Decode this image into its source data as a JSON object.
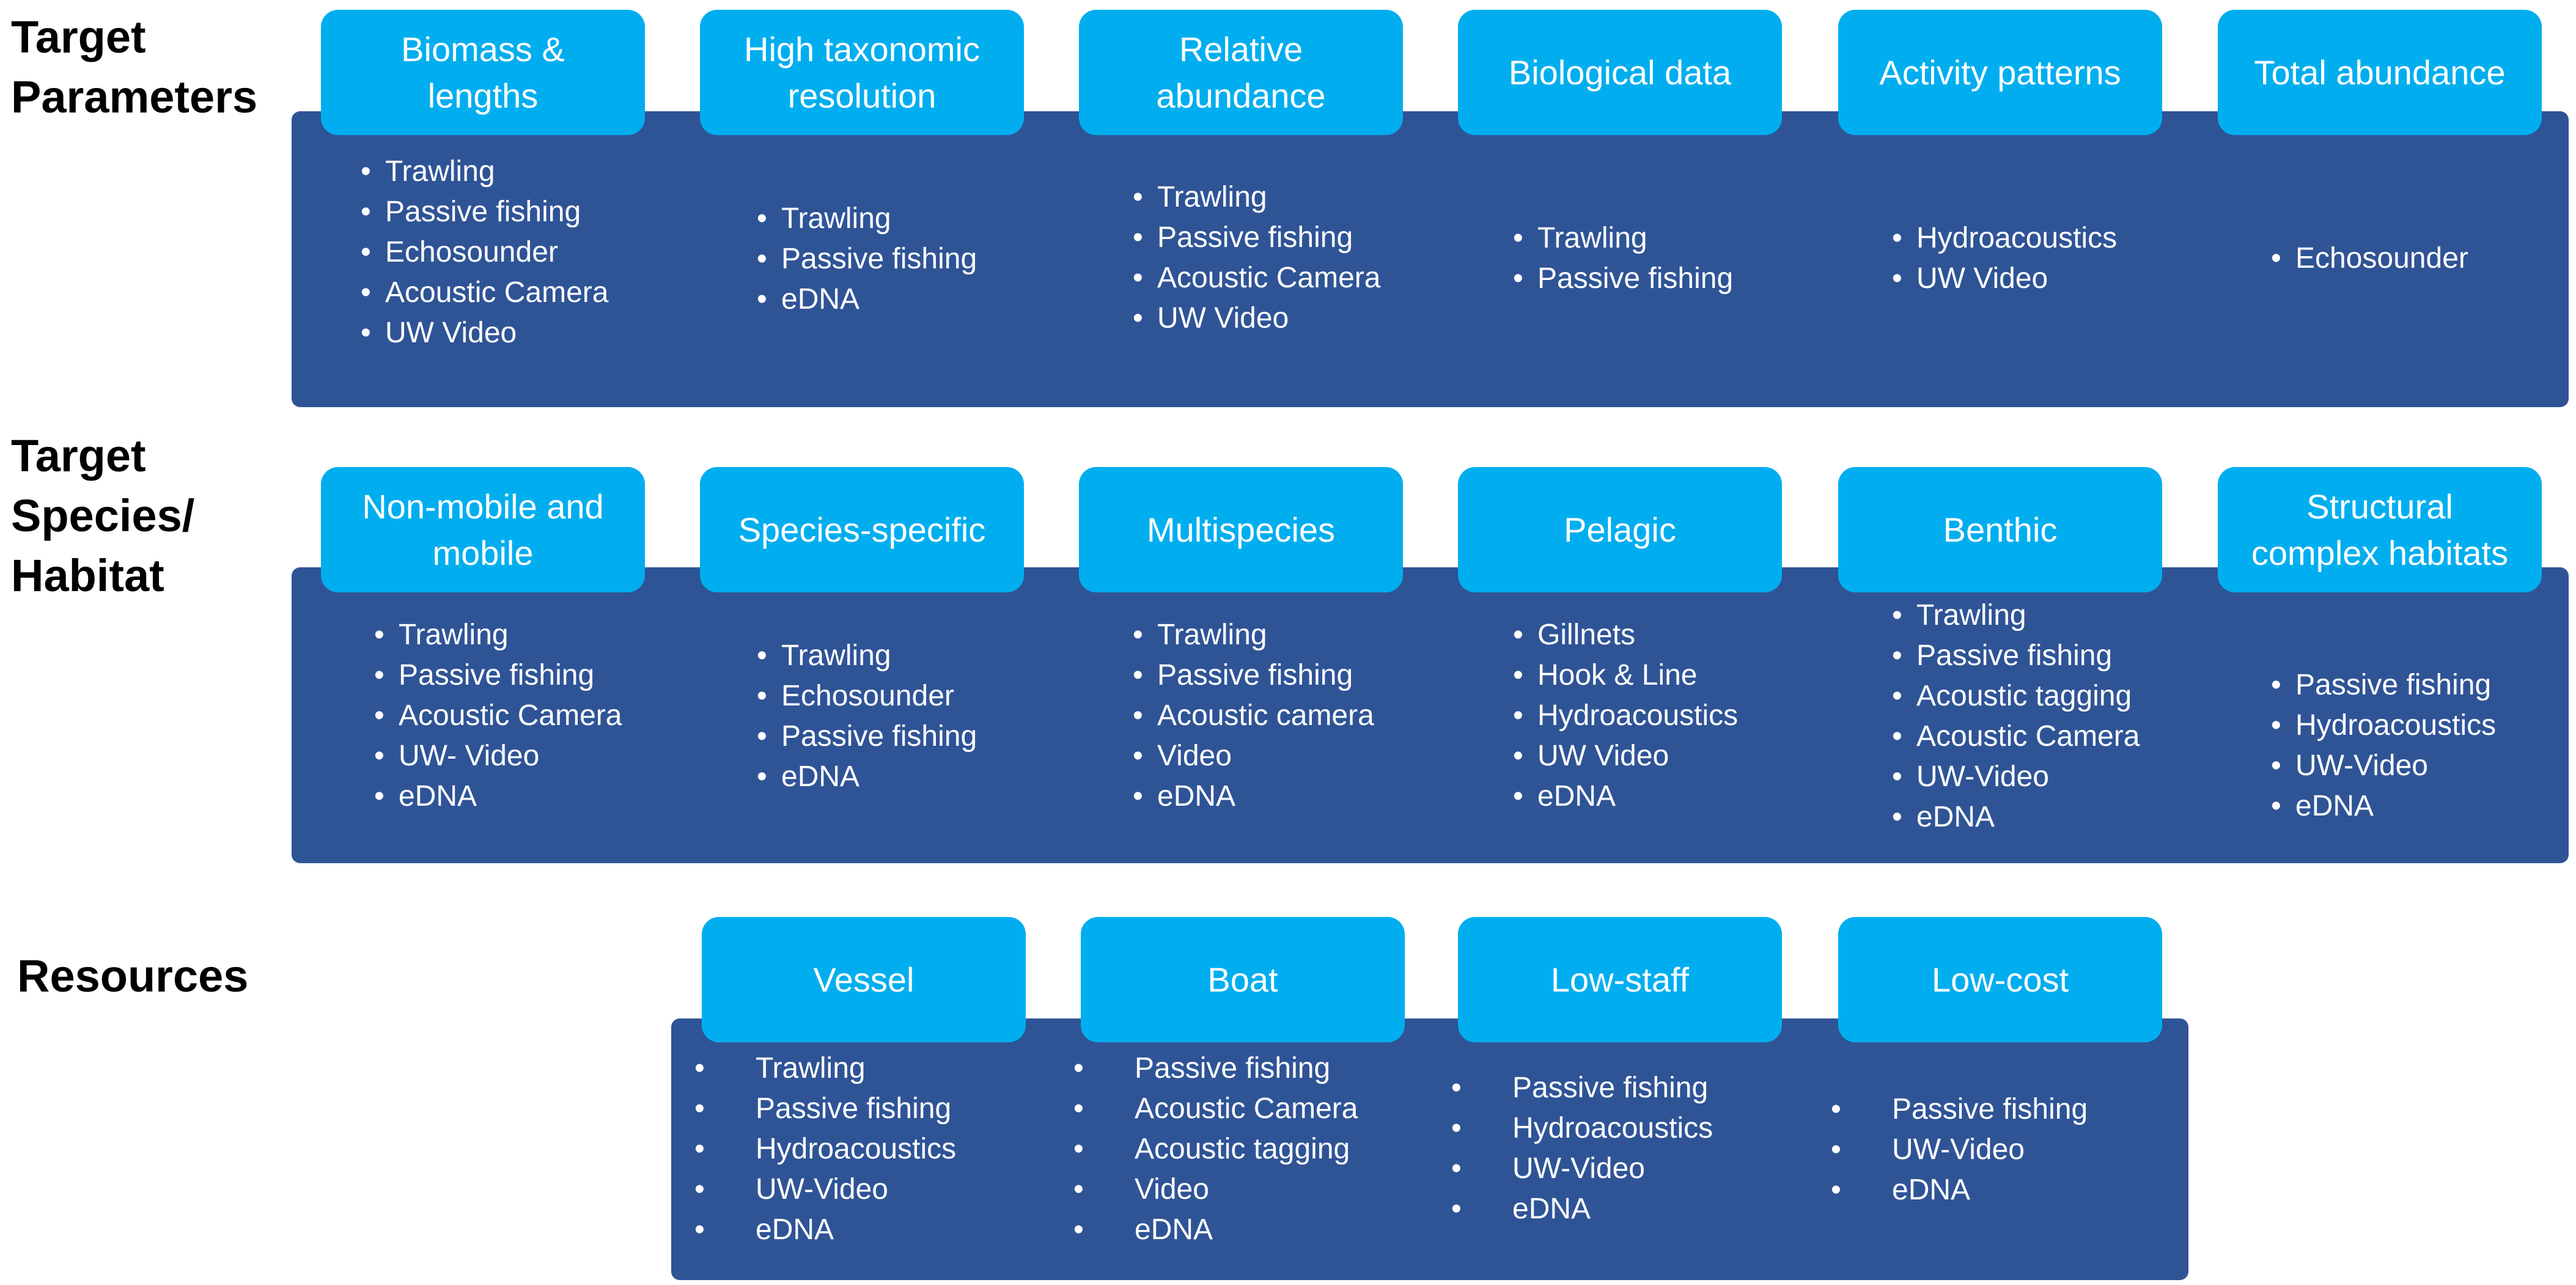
{
  "rows": [
    {
      "title": "Target\nParameters",
      "columns": [
        {
          "header": "Biomass &\nlengths",
          "items": [
            "Trawling",
            "Passive fishing",
            "Echosounder",
            "Acoustic Camera",
            "UW Video"
          ]
        },
        {
          "header": "High taxonomic\nresolution",
          "items": [
            "Trawling",
            "Passive fishing",
            "eDNA"
          ]
        },
        {
          "header": "Relative\nabundance",
          "items": [
            "Trawling",
            "Passive fishing",
            "Acoustic Camera",
            "UW Video"
          ]
        },
        {
          "header": "Biological data",
          "items": [
            "Trawling",
            "Passive fishing"
          ]
        },
        {
          "header": "Activity patterns",
          "items": [
            "Hydroacoustics",
            "UW Video"
          ]
        },
        {
          "header": "Total abundance",
          "items": [
            "Echosounder"
          ]
        }
      ]
    },
    {
      "title": "Target\nSpecies/\nHabitat",
      "columns": [
        {
          "header": "Non-mobile and\nmobile",
          "items": [
            "Trawling",
            "Passive fishing",
            "Acoustic Camera",
            "UW- Video",
            "eDNA"
          ]
        },
        {
          "header": "Species-specific",
          "items": [
            "Trawling",
            "Echosounder",
            "Passive fishing",
            "eDNA"
          ]
        },
        {
          "header": "Multispecies",
          "items": [
            "Trawling",
            "Passive fishing",
            "Acoustic camera",
            "Video",
            "eDNA"
          ]
        },
        {
          "header": "Pelagic",
          "items": [
            "Gillnets",
            "Hook & Line",
            "Hydroacoustics",
            "UW Video",
            "eDNA"
          ]
        },
        {
          "header": "Benthic",
          "items": [
            "Trawling",
            "Passive fishing",
            "Acoustic tagging",
            "Acoustic Camera",
            "UW-Video",
            "eDNA"
          ]
        },
        {
          "header": "Structural\ncomplex habitats",
          "items": [
            "Passive fishing",
            "Hydroacoustics",
            "UW-Video",
            "eDNA"
          ]
        }
      ]
    },
    {
      "title": "Resources",
      "columns": [
        {
          "header": "Vessel",
          "items": [
            "Trawling",
            "Passive fishing",
            "Hydroacoustics",
            "UW-Video",
            "eDNA"
          ]
        },
        {
          "header": "Boat",
          "items": [
            "Passive fishing",
            "Acoustic Camera",
            "Acoustic tagging",
            "Video",
            "eDNA"
          ]
        },
        {
          "header": "Low-staff",
          "items": [
            "Passive fishing",
            "Hydroacoustics",
            "UW-Video",
            "eDNA"
          ]
        },
        {
          "header": "Low-cost",
          "items": [
            "Passive fishing",
            "UW-Video",
            "eDNA"
          ]
        }
      ]
    }
  ],
  "colors": {
    "header_fill": "#00aeef",
    "card_fill": "#2f5496",
    "text_light": "#ffffff",
    "row_title": "#000000"
  }
}
